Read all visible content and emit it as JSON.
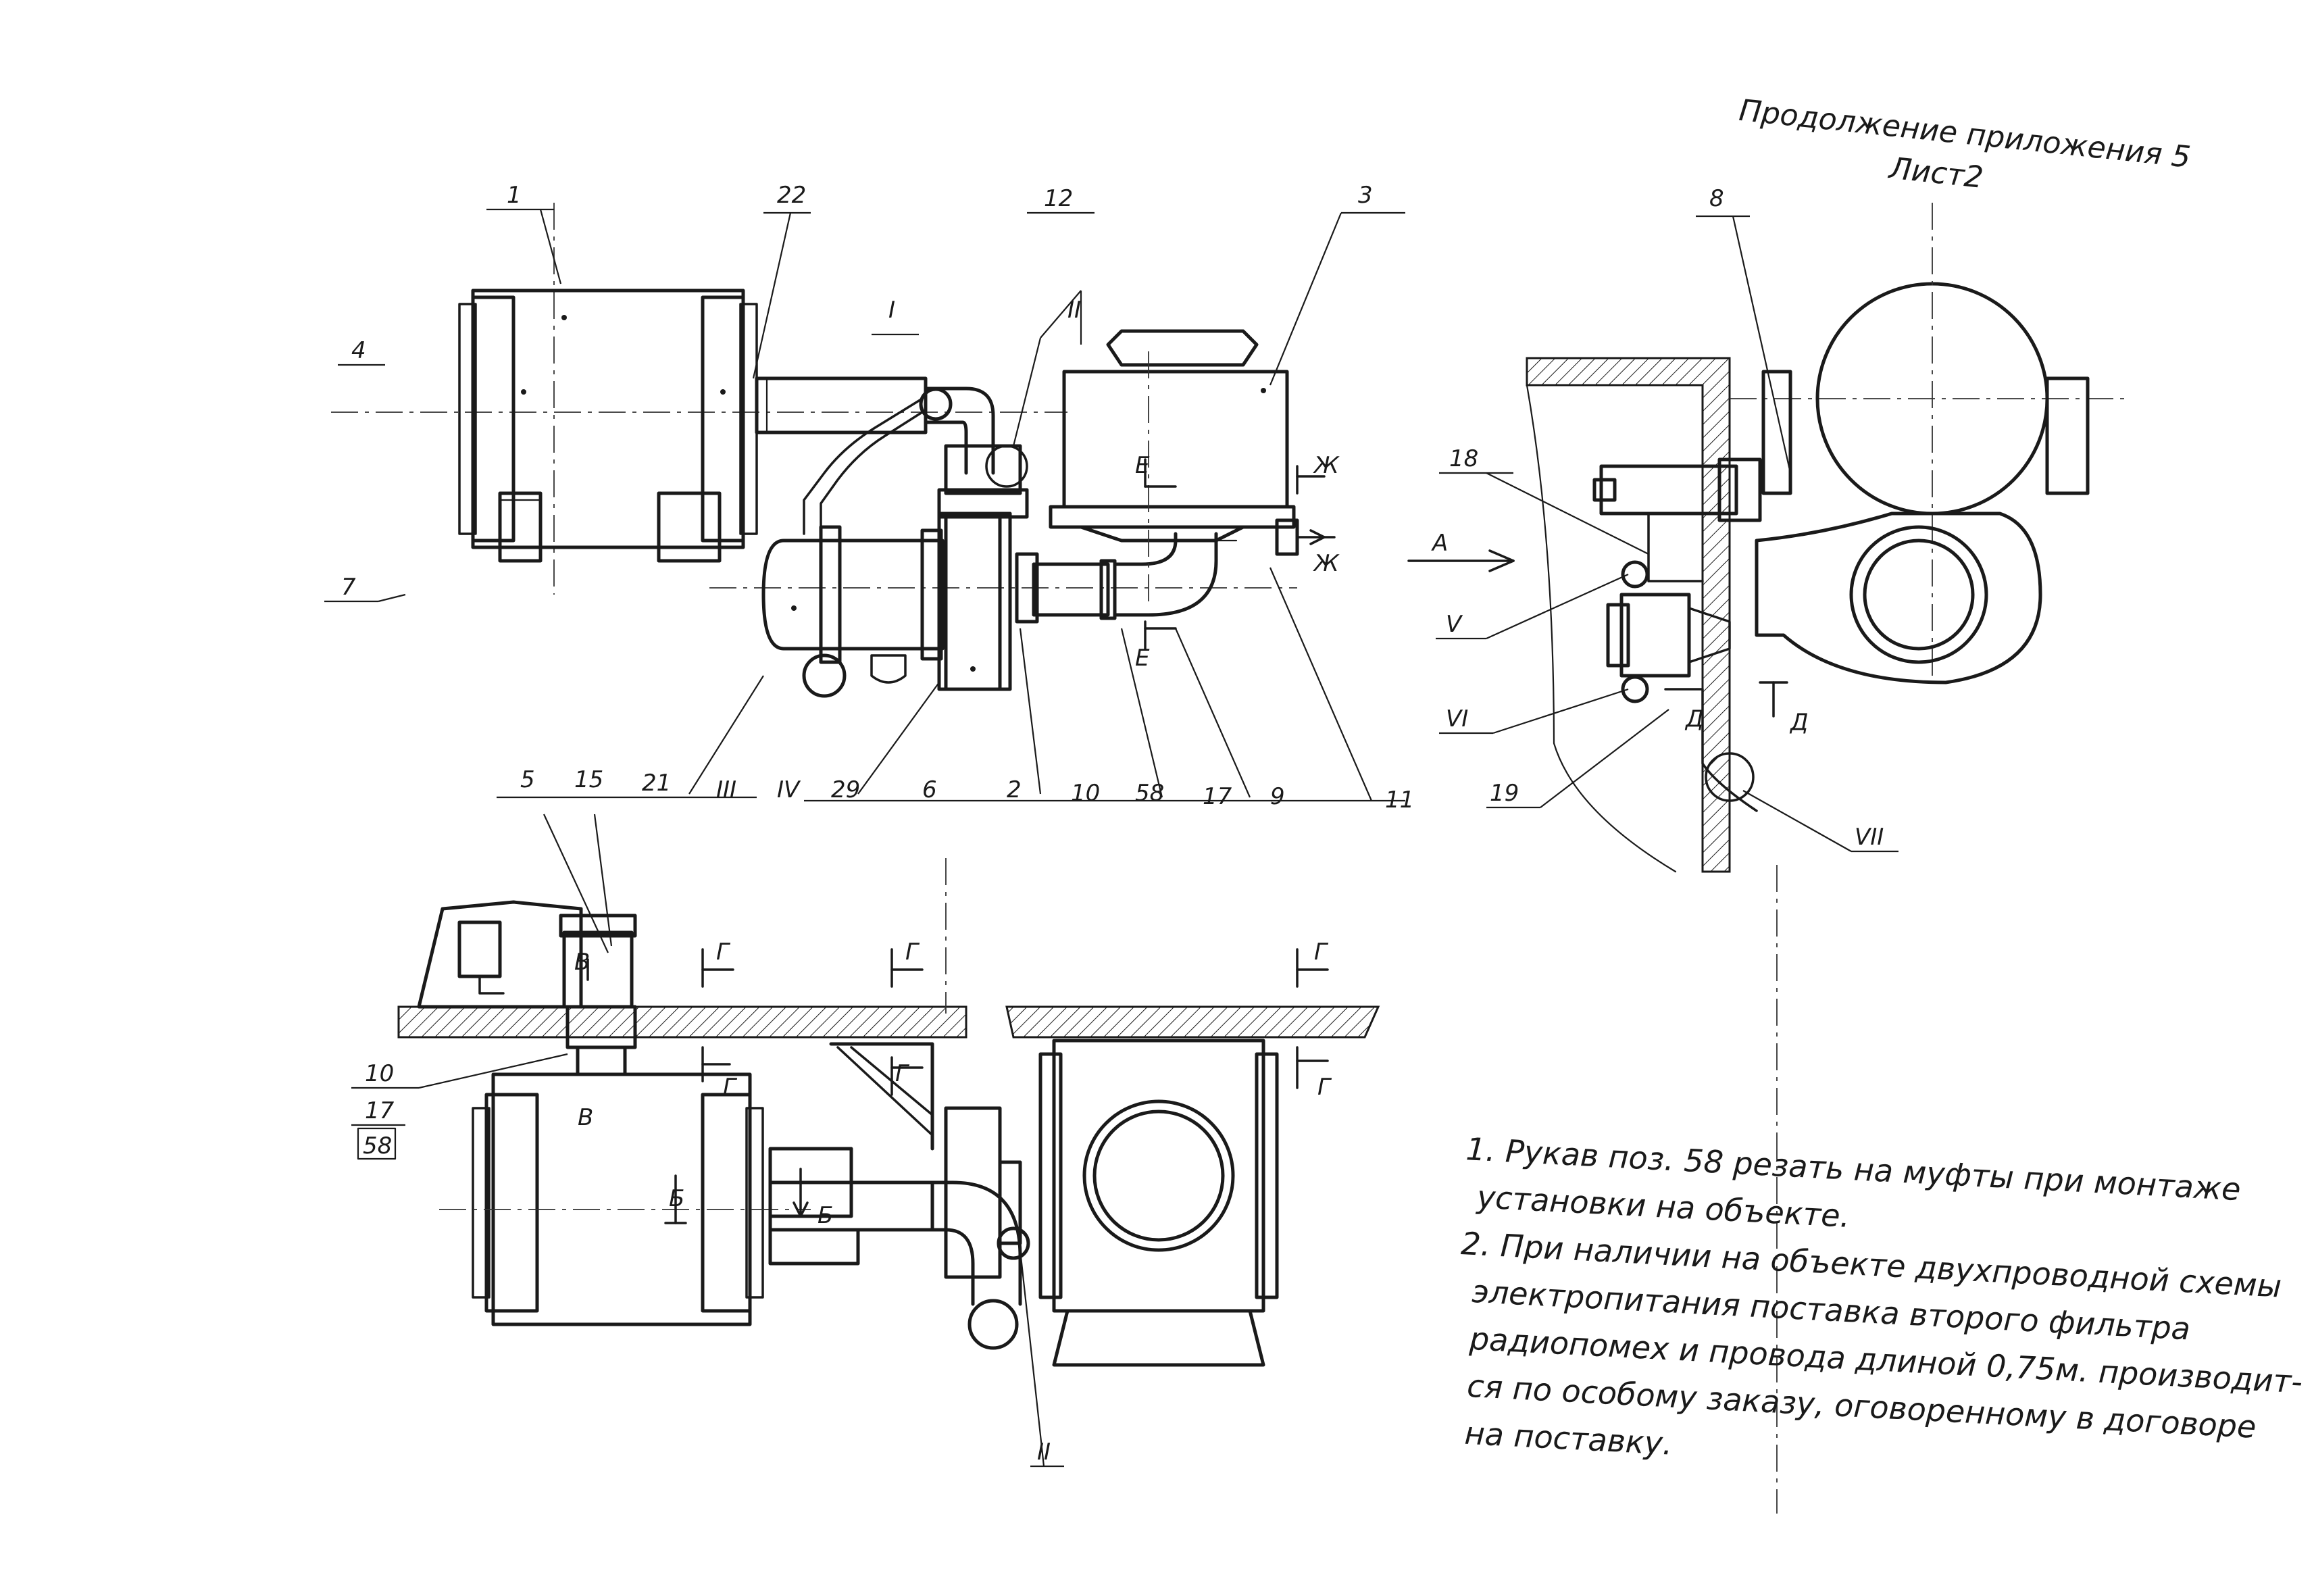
{
  "header": {
    "line1": "Продолжение приложения 5",
    "line2": "Лист2"
  },
  "position_labels": {
    "p1": "1",
    "p22": "22",
    "p12": "12",
    "p3": "3",
    "p8": "8",
    "p4": "4",
    "p7": "7",
    "p18": "18",
    "p5": "5",
    "p15": "15",
    "p21": "21",
    "p29": "29",
    "p6": "6",
    "p2": "2",
    "p10": "10",
    "p58": "58",
    "p17": "17",
    "p9": "9",
    "p11": "11",
    "p19": "19",
    "b10": "10",
    "b17": "17",
    "b58": "58"
  },
  "view_labels": {
    "r1": "I",
    "r2": "II",
    "r3": "III",
    "r4": "IV",
    "r5": "V",
    "r6": "VI",
    "r7": "VII",
    "r2b": "II",
    "E1": "Е",
    "E2": "Е",
    "Zh1": "Ж",
    "Zh2": "Ж",
    "A": "А",
    "D1": "Д",
    "D2": "Д",
    "G1": "Г",
    "G2": "Г",
    "G3": "Г",
    "G4": "Г",
    "G5": "Г",
    "G6": "Г",
    "B1": "Б",
    "B2": "Б",
    "V1": "В",
    "V2": "В"
  },
  "notes": {
    "n1a": "1. Рукав поз. 58 резать на муфты при монтаже",
    "n1b": "установки на объекте.",
    "n2a": "2. При наличии на объекте двухпроводной схемы",
    "n2b": "электропитания поставка второго фильтра",
    "n2c": "радиопомех и провода длиной 0,75м. производит-",
    "n2d": "ся по особому заказу, оговоренному в договоре",
    "n2e": "на поставку."
  }
}
